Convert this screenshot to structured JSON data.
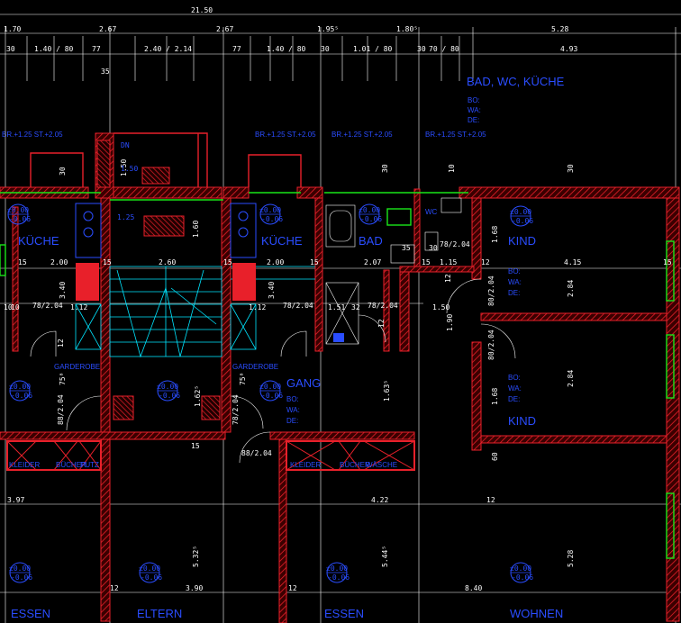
{
  "top_dimensions": {
    "overall": "21.50",
    "row1": [
      "1.70",
      "2.67",
      "2.67",
      "1.95⁵",
      "1.80⁵",
      "5.28"
    ],
    "row2": [
      "30",
      "1.40 / 80",
      "77",
      "2.40 / 2.14",
      "77",
      "1.40 / 80",
      "30",
      "1.01 / 80",
      "30",
      "70 / 80",
      "4.93"
    ],
    "small": [
      "35",
      "30",
      "10",
      "30",
      "30"
    ]
  },
  "title_block": {
    "heading": "BAD, WC, KÜCHE",
    "lines": [
      "BO:",
      "WA:",
      "DE:"
    ]
  },
  "window_notes": [
    "BR.+1.25 ST.+2.05",
    "BR.+1.25 ST.+2.05",
    "BR.+1.25 ST.+2.05",
    "BR.+1.25 ST.+2.05"
  ],
  "rooms": {
    "kueche_left": "KÜCHE",
    "kueche_mid": "KÜCHE",
    "bad": "BAD",
    "wc": "WC",
    "kind_top": "KIND",
    "kind_bottom": "KIND",
    "garderobe_left": "GARDEROBE",
    "garderobe_mid": "GARDEROBE",
    "gang": "GANG",
    "essen_left": "ESSEN",
    "eltern": "ELTERN",
    "essen_mid": "ESSEN",
    "wohnen": "WOHNEN"
  },
  "room_specs": {
    "kind_top": [
      "BO:",
      "WA:",
      "DE:"
    ],
    "kind_bottom": [
      "BO:",
      "WA:",
      "DE:"
    ],
    "gang": [
      "BO:",
      "WA:",
      "DE:"
    ]
  },
  "levels": {
    "value": "±0.00",
    "sub": "-0.06"
  },
  "cabinet_labels": [
    "KLEIDER",
    "BÜCHER",
    "PUTZ",
    "KLEIDER",
    "BÜCHER",
    "WÄSCHE"
  ],
  "inner_dimensions": {
    "row_a": [
      "15",
      "2.00",
      "15",
      "2.60",
      "15",
      "2.00",
      "15",
      "2.07",
      "15",
      "1.15",
      "12",
      "4.15",
      "15"
    ],
    "doors": [
      "78/2.04",
      "78/2.04",
      "78/2.04",
      "78/2.04",
      "80/2.04",
      "80/2.04",
      "88/2.04",
      "88/2.04",
      "78/2.04"
    ],
    "misc": [
      "1.12",
      "1.12",
      "3.40",
      "3.40",
      "1.51",
      "32",
      "1.50",
      "1.90",
      "1.63⁵",
      "1.62⁵",
      "75⁸",
      "75⁸",
      "1.68",
      "2.84",
      "2.84",
      "1.68",
      "1.50",
      "1.60",
      "60",
      "12",
      "10",
      "10",
      "35",
      "30",
      "12",
      "12",
      "12"
    ],
    "bottom": [
      "3.97",
      "4.22",
      "12",
      "15",
      "3.90",
      "12",
      "8.40",
      "5.32⁵",
      "5.44⁵",
      "5.28"
    ],
    "small_boxes": [
      "1.50",
      "1.25",
      "DN"
    ]
  }
}
